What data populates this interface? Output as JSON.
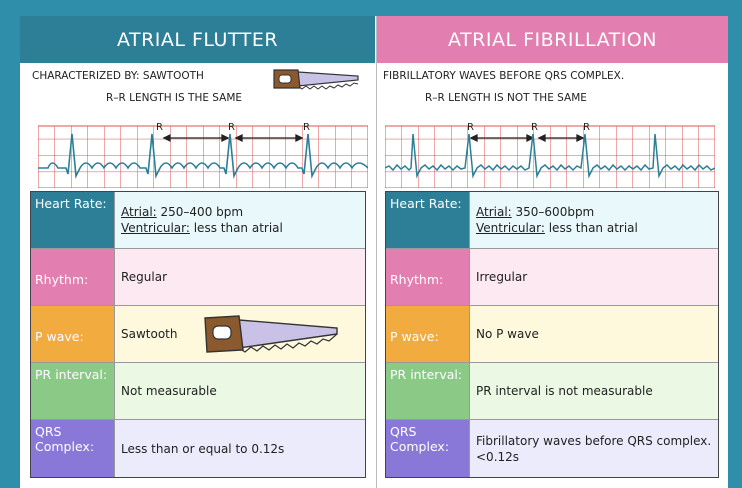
{
  "flutter": {
    "title": "ATRIAL FLUTTER",
    "characterized": "CHARACTERIZED BY: SAWTOOTH",
    "rr": "R–R LENGTH IS THE SAME",
    "r_label": "R",
    "rows": {
      "heart_rate": {
        "label": "Heart Rate:",
        "atrial_key": "Atrial:",
        "atrial_val": " 250–400 bpm",
        "vent_key": "Ventricular:",
        "vent_val": " less than atrial"
      },
      "rhythm": {
        "label": "Rhythm:",
        "value": "Regular"
      },
      "pwave": {
        "label": "P wave:",
        "value": "Sawtooth"
      },
      "pr": {
        "label": "PR interval:",
        "value": "Not measurable"
      },
      "qrs": {
        "label": "QRS Complex:",
        "value": "Less than or equal to 0.12s"
      }
    }
  },
  "fibrillation": {
    "title": "ATRIAL FIBRILLATION",
    "characterized": "FIBRILLATORY WAVES BEFORE QRS COMPLEX.",
    "rr": "R–R LENGTH IS NOT THE SAME",
    "r_label": "R",
    "rows": {
      "heart_rate": {
        "label": "Heart Rate:",
        "atrial_key": "Atrial:",
        "atrial_val": " 350–600bpm",
        "vent_key": "Ventricular:",
        "vent_val": " less than atrial"
      },
      "rhythm": {
        "label": "Rhythm:",
        "value": "Irregular"
      },
      "pwave": {
        "label": "P wave:",
        "value": "No P wave"
      },
      "pr": {
        "label": "PR interval:",
        "value": "PR interval is not measurable"
      },
      "qrs": {
        "label": "QRS Complex:",
        "value": "Fibrillatory waves before QRS complex. <0.12s"
      }
    }
  },
  "colors": {
    "flutter_header": "#2c7f97",
    "fib_header": "#e27fb0",
    "heart_rate_label": "#2c7f97",
    "heart_rate_bg": "#e9f8fb",
    "rhythm_label": "#e27fb0",
    "rhythm_bg": "#fce9f2",
    "pwave_label": "#f2ab3e",
    "pwave_bg": "#fef8dc",
    "pr_label": "#8ac986",
    "pr_bg": "#eaf8e4",
    "qrs_label": "#8a78d8",
    "qrs_bg": "#ecebfc",
    "ecg_grid": "#e05050",
    "ecg_trace": "#2c7f97"
  },
  "icons": [
    "saw-icon"
  ]
}
